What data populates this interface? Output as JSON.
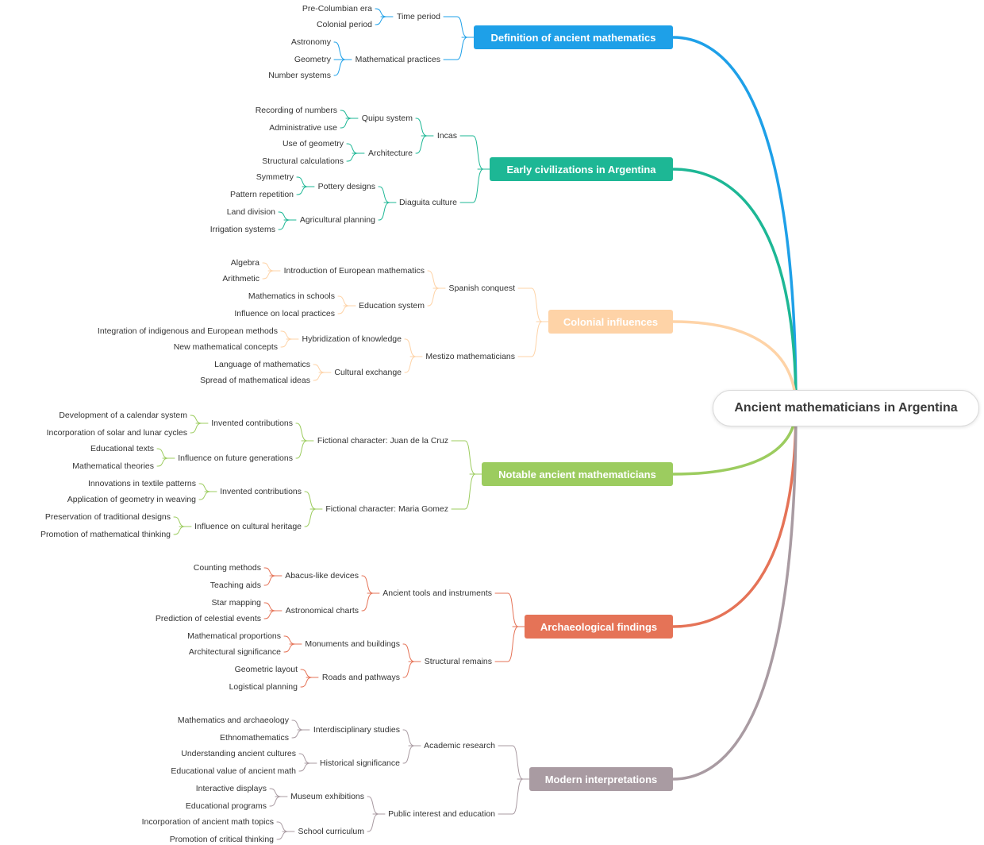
{
  "root": {
    "label": "Ancient mathematicians in Argentina"
  },
  "branches": [
    {
      "label": "Definition of ancient mathematics",
      "color": "#1ea0e8",
      "children": [
        {
          "label": "Time period",
          "children": [
            {
              "label": "Pre-Columbian era"
            },
            {
              "label": "Colonial period"
            }
          ]
        },
        {
          "label": "Mathematical practices",
          "children": [
            {
              "label": "Astronomy"
            },
            {
              "label": "Geometry"
            },
            {
              "label": "Number systems"
            }
          ]
        }
      ]
    },
    {
      "label": "Early civilizations in Argentina",
      "color": "#1db795",
      "children": [
        {
          "label": "Incas",
          "children": [
            {
              "label": "Quipu system",
              "children": [
                {
                  "label": "Recording of numbers"
                },
                {
                  "label": "Administrative use"
                }
              ]
            },
            {
              "label": "Architecture",
              "children": [
                {
                  "label": "Use of geometry"
                },
                {
                  "label": "Structural calculations"
                }
              ]
            }
          ]
        },
        {
          "label": "Diaguita culture",
          "children": [
            {
              "label": "Pottery designs",
              "children": [
                {
                  "label": "Symmetry"
                },
                {
                  "label": "Pattern repetition"
                }
              ]
            },
            {
              "label": "Agricultural planning",
              "children": [
                {
                  "label": "Land division"
                },
                {
                  "label": "Irrigation systems"
                }
              ]
            }
          ]
        }
      ]
    },
    {
      "label": "Colonial influences",
      "color": "#fed3a7",
      "children": [
        {
          "label": "Spanish conquest",
          "children": [
            {
              "label": "Introduction of European mathematics",
              "children": [
                {
                  "label": "Algebra"
                },
                {
                  "label": "Arithmetic"
                }
              ]
            },
            {
              "label": "Education system",
              "children": [
                {
                  "label": "Mathematics in schools"
                },
                {
                  "label": "Influence on local practices"
                }
              ]
            }
          ]
        },
        {
          "label": "Mestizo mathematicians",
          "children": [
            {
              "label": "Hybridization of knowledge",
              "children": [
                {
                  "label": "Integration of indigenous and European methods"
                },
                {
                  "label": "New mathematical concepts"
                }
              ]
            },
            {
              "label": "Cultural exchange",
              "children": [
                {
                  "label": "Language of mathematics"
                },
                {
                  "label": "Spread of mathematical ideas"
                }
              ]
            }
          ]
        }
      ]
    },
    {
      "label": "Notable ancient mathematicians",
      "color": "#9ccc5f",
      "children": [
        {
          "label": "Fictional character: Juan de la Cruz",
          "children": [
            {
              "label": "Invented contributions",
              "children": [
                {
                  "label": "Development of a calendar system"
                },
                {
                  "label": "Incorporation of solar and lunar cycles"
                }
              ]
            },
            {
              "label": "Influence on future generations",
              "children": [
                {
                  "label": "Educational texts"
                },
                {
                  "label": "Mathematical theories"
                }
              ]
            }
          ]
        },
        {
          "label": "Fictional character: Maria Gomez",
          "children": [
            {
              "label": "Invented contributions",
              "children": [
                {
                  "label": "Innovations in textile patterns"
                },
                {
                  "label": "Application of geometry in weaving"
                }
              ]
            },
            {
              "label": "Influence on cultural heritage",
              "children": [
                {
                  "label": "Preservation of traditional designs"
                },
                {
                  "label": "Promotion of mathematical thinking"
                }
              ]
            }
          ]
        }
      ]
    },
    {
      "label": "Archaeological findings",
      "color": "#e57357",
      "children": [
        {
          "label": "Ancient tools and instruments",
          "children": [
            {
              "label": "Abacus-like devices",
              "children": [
                {
                  "label": "Counting methods"
                },
                {
                  "label": "Teaching aids"
                }
              ]
            },
            {
              "label": "Astronomical charts",
              "children": [
                {
                  "label": "Star mapping"
                },
                {
                  "label": "Prediction of celestial events"
                }
              ]
            }
          ]
        },
        {
          "label": "Structural remains",
          "children": [
            {
              "label": "Monuments and buildings",
              "children": [
                {
                  "label": "Mathematical proportions"
                },
                {
                  "label": "Architectural significance"
                }
              ]
            },
            {
              "label": "Roads and pathways",
              "children": [
                {
                  "label": "Geometric layout"
                },
                {
                  "label": "Logistical planning"
                }
              ]
            }
          ]
        }
      ]
    },
    {
      "label": "Modern interpretations",
      "color": "#a99ba2",
      "children": [
        {
          "label": "Academic research",
          "children": [
            {
              "label": "Interdisciplinary studies",
              "children": [
                {
                  "label": "Mathematics and archaeology"
                },
                {
                  "label": "Ethnomathematics"
                }
              ]
            },
            {
              "label": "Historical significance",
              "children": [
                {
                  "label": "Understanding ancient cultures"
                },
                {
                  "label": "Educational value of ancient math"
                }
              ]
            }
          ]
        },
        {
          "label": "Public interest and education",
          "children": [
            {
              "label": "Museum exhibitions",
              "children": [
                {
                  "label": "Interactive displays"
                },
                {
                  "label": "Educational programs"
                }
              ]
            },
            {
              "label": "School curriculum",
              "children": [
                {
                  "label": "Incorporation of ancient math topics"
                },
                {
                  "label": "Promotion of critical thinking"
                }
              ]
            }
          ]
        }
      ]
    }
  ]
}
